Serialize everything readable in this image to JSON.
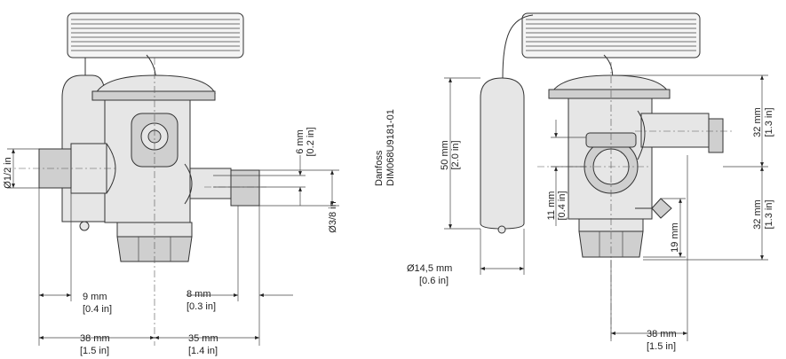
{
  "drawing": {
    "id_vertical_line1": "Danfoss",
    "id_vertical_line2": "DIM068U9181-01"
  },
  "left_view": {
    "dims": {
      "d12": "Ø1/2 in",
      "d38": "Ø3/8 in",
      "w6_mm": "6 mm",
      "w6_in": "[0.2 in]",
      "w9_mm": "9 mm",
      "w9_in": "[0.4 in]",
      "w8_mm": "8 mm",
      "w8_in": "[0.3 in]",
      "w38_mm": "38 mm",
      "w38_in": "[1.5 in]",
      "w35_mm": "35 mm",
      "w35_in": "[1.4 in]"
    }
  },
  "right_view": {
    "dims": {
      "h50_mm": "50 mm",
      "h50_in": "[2.0 in]",
      "d145_mm": "Ø14,5 mm",
      "d145_in": "[0.6 in]",
      "h11_mm": "11 mm",
      "h11_in": "[0.4 in]",
      "h19_mm": "19 mm",
      "h32a_mm": "32 mm",
      "h32a_in": "[1.3 in]",
      "h32b_mm": "32 mm",
      "h32b_in": "[1.3 in]",
      "w38_mm": "38 mm",
      "w38_in": "[1.5 in]"
    }
  }
}
